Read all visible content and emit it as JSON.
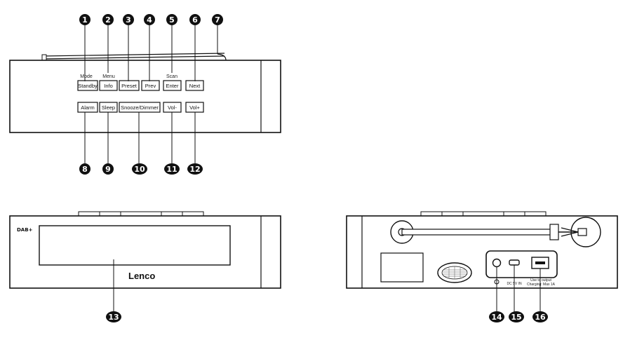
{
  "top_view": {
    "button_row1": [
      "Standby",
      "Info",
      "Preset",
      "Prev",
      "Enter",
      "Next"
    ],
    "button_row2": [
      "Alarm",
      "Sleep",
      "Snooze/Dimmer",
      "Vol-",
      "Vol+"
    ],
    "labels": {
      "mode": "Mode",
      "menu": "Menu",
      "scan": "Scan"
    },
    "callouts_top": [
      "1",
      "2",
      "3",
      "4",
      "5",
      "6",
      "7"
    ],
    "callouts_bottom": [
      "8",
      "9",
      "10",
      "11",
      "12"
    ]
  },
  "front_view": {
    "dab_logo": "DAB+",
    "brand": "Lenco",
    "callouts": [
      "13"
    ]
  },
  "back_view": {
    "dc_label": "DC 5V IN",
    "usb_label_line1": "Use to output",
    "usb_label_line2": "Charging: Max 1A",
    "callouts": [
      "14",
      "15",
      "16"
    ]
  }
}
